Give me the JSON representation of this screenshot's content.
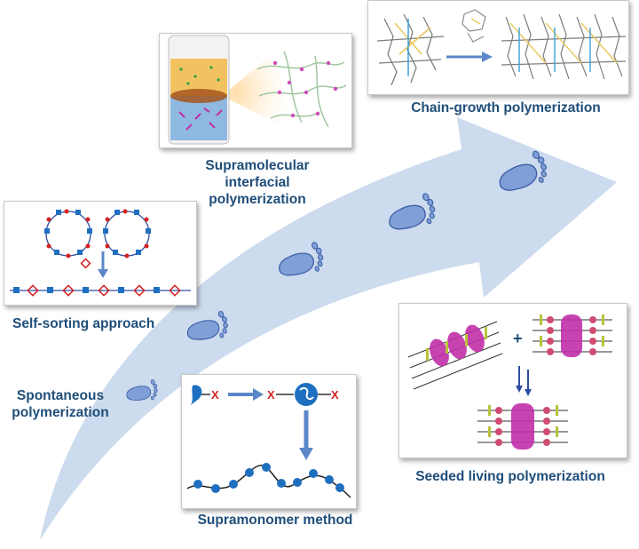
{
  "colors": {
    "label_text": "#1f4e79",
    "arrow_fill": "#c9d9ec",
    "footprint_fill": "#7f9fd6",
    "footprint_stroke": "#3f5fa8",
    "blue_unit": "#1f6fc0",
    "red_unit": "#d62020",
    "magenta_unit": "#c02fa8"
  },
  "labels": {
    "spontaneous": "Spontaneous polymerization",
    "self_sorting": "Self-sorting approach",
    "supramolecular_interfacial": "Supramolecular interfacial polymerization",
    "chain_growth": "Chain-growth polymerization",
    "seeded_living": "Seeded living polymerization",
    "supramonomer": "Supramonomer method"
  },
  "symbols": {
    "plus": "+",
    "x_marker": "X"
  },
  "icons": [
    "footprint-icon",
    "down-arrow-icon",
    "right-arrow-icon",
    "double-down-arrow-icon"
  ]
}
